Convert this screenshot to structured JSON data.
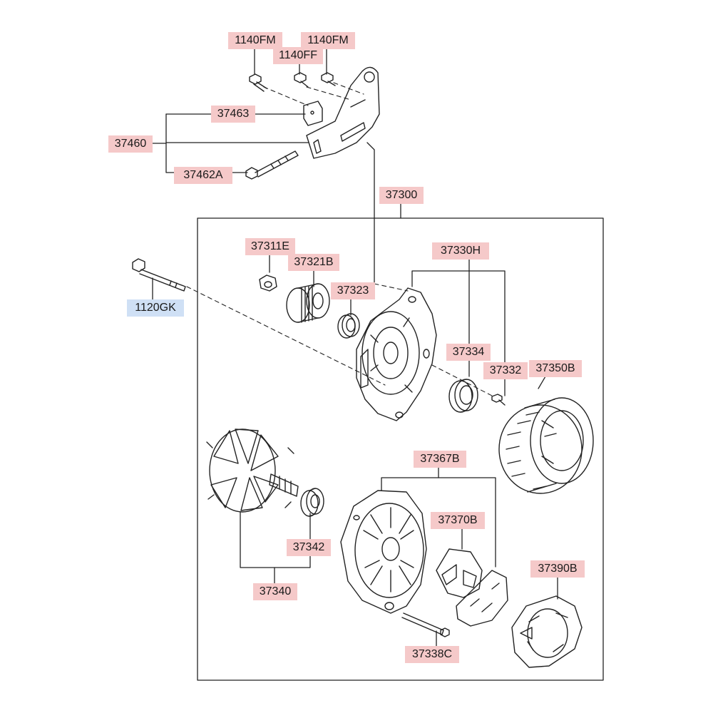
{
  "colors": {
    "label_pink": "#f5c9c9",
    "label_blue": "#cfe0f5",
    "line": "#222222"
  },
  "labels": {
    "bolt_1140fm_left": "1140FM",
    "bolt_1140ff": "1140FF",
    "bolt_1140fm_right": "1140FM",
    "bracket_37463": "37463",
    "bracket_assy_37460": "37460",
    "bolt_37462a": "37462A",
    "alternator_37300": "37300",
    "bolt_1120gk": "1120GK",
    "nut_37311e": "37311E",
    "pulley_37321b": "37321B",
    "spacer_37323": "37323",
    "front_bracket_37330h": "37330H",
    "bearing_37334": "37334",
    "screw_37332": "37332",
    "stator_37350b": "37350B",
    "rear_bracket_37367b": "37367B",
    "regulator_37370b": "37370B",
    "rectifier_37390b": "37390B",
    "bearing_37342": "37342",
    "rotor_37340": "37340",
    "bolt_37338c": "37338C"
  }
}
